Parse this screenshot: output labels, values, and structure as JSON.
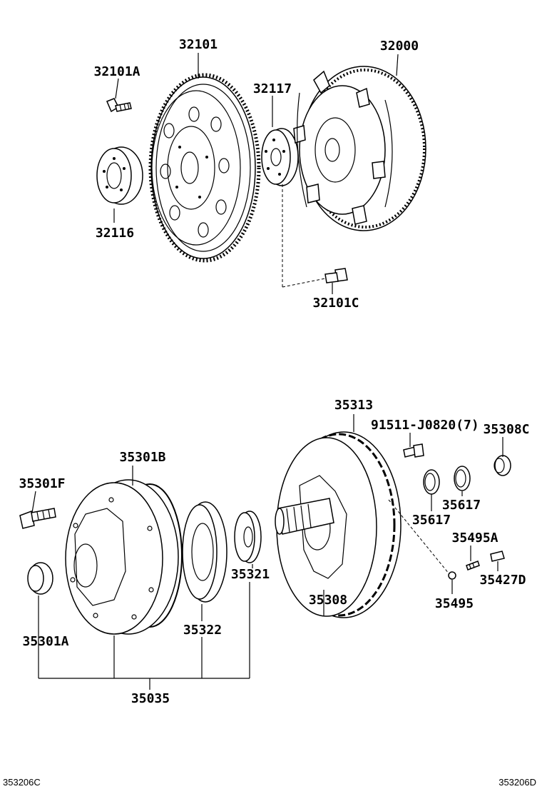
{
  "top_section": {
    "labels": {
      "flywheel": "32101",
      "flywheel_bolt": "32101A",
      "converter": "32000",
      "spacer_plate": "32117",
      "spacer": "32116",
      "converter_bolt": "32101C"
    }
  },
  "bottom_section": {
    "labels": {
      "pump_body": "35313",
      "bolt_91511": "91511-J0820(7)",
      "plug_c": "35308C",
      "o_ring": "35301B",
      "bolt_f": "35301F",
      "seal_ring_1": "35617",
      "seal_ring_2": "35617",
      "spring_a": "35495A",
      "ball": "35495",
      "pin_d": "35427D",
      "driven_gear": "35321",
      "drive_gear": "35322",
      "stator_shaft": "35308",
      "oil_seal": "35301A",
      "pump_assy": "35035"
    }
  },
  "footer": {
    "left_code": "353206C",
    "right_code": "353206D"
  }
}
